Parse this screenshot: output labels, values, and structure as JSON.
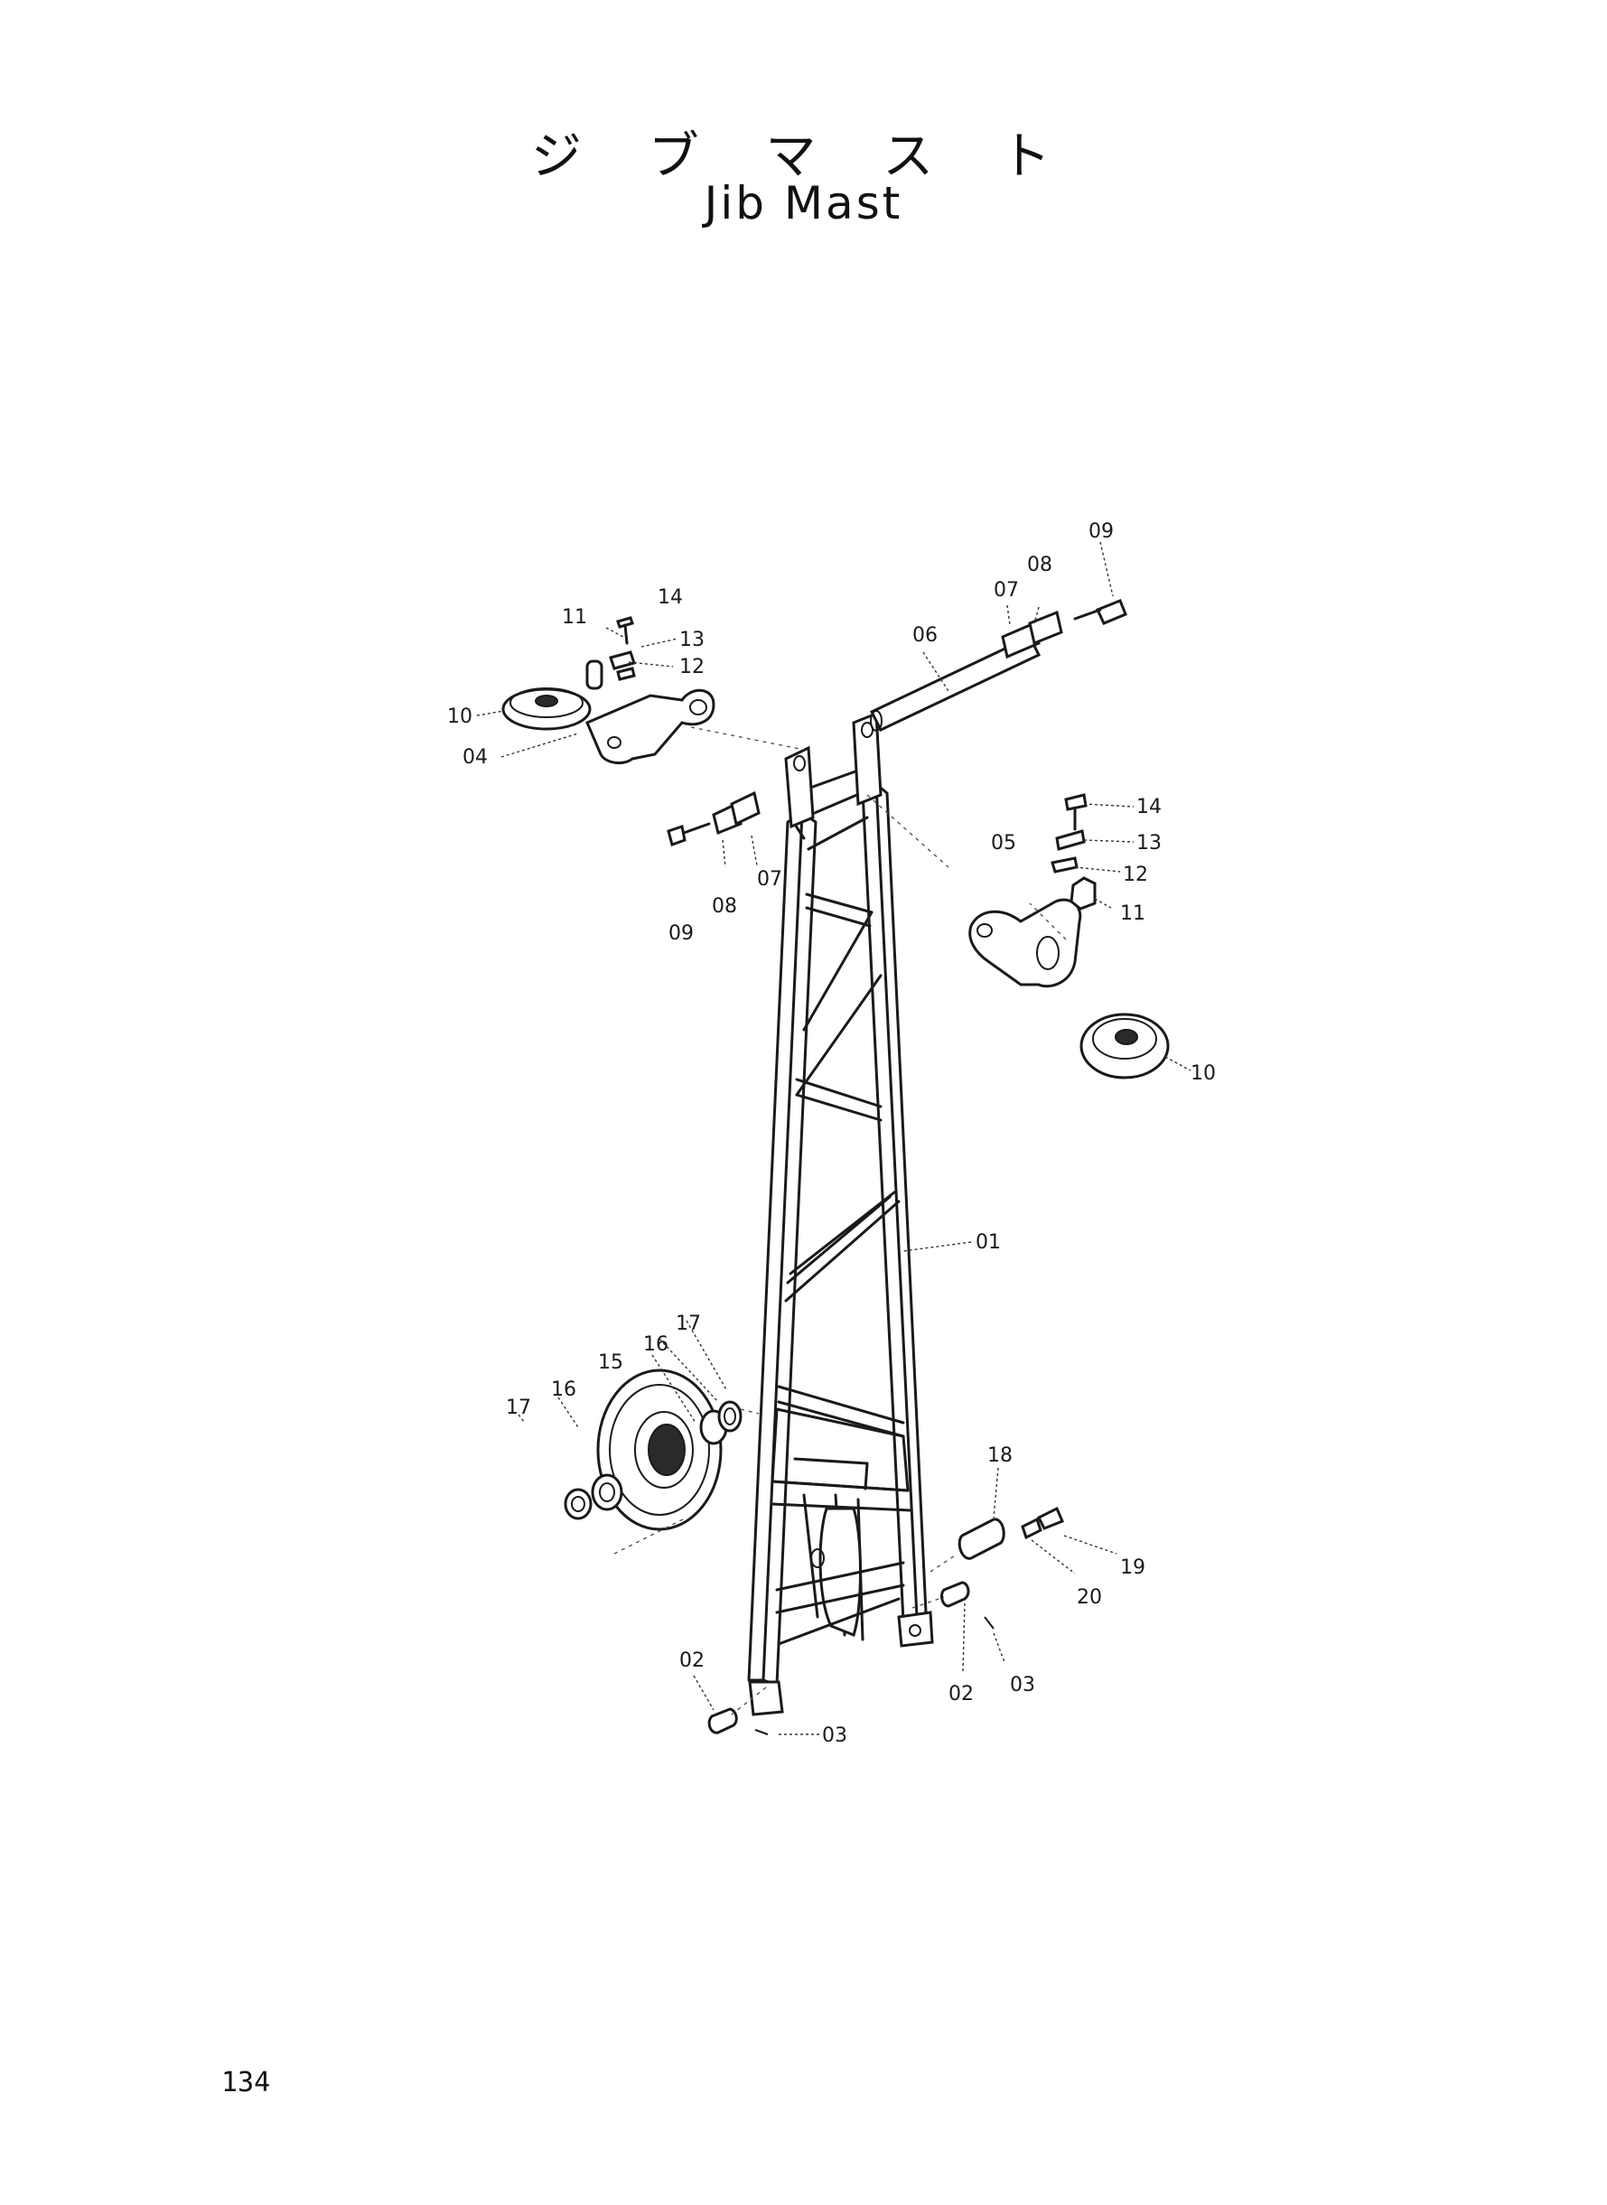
{
  "title": {
    "japanese": "ジ ブ マ ス ト",
    "english": "Jib Mast"
  },
  "page_number": "134",
  "callouts": {
    "c01": "01",
    "c02a": "02",
    "c02b": "02",
    "c03a": "03",
    "c03b": "03",
    "c04": "04",
    "c05": "05",
    "c06": "06",
    "c07a": "07",
    "c07b": "07",
    "c08a": "08",
    "c08b": "08",
    "c09a": "09",
    "c09b": "09",
    "c10a": "10",
    "c10b": "10",
    "c11a": "11",
    "c11b": "11",
    "c12a": "12",
    "c12b": "12",
    "c13a": "13",
    "c13b": "13",
    "c14a": "14",
    "c14b": "14",
    "c15": "15",
    "c16a": "16",
    "c16b": "16",
    "c17a": "17",
    "c17b": "17",
    "c18": "18",
    "c19": "19",
    "c20": "20"
  }
}
